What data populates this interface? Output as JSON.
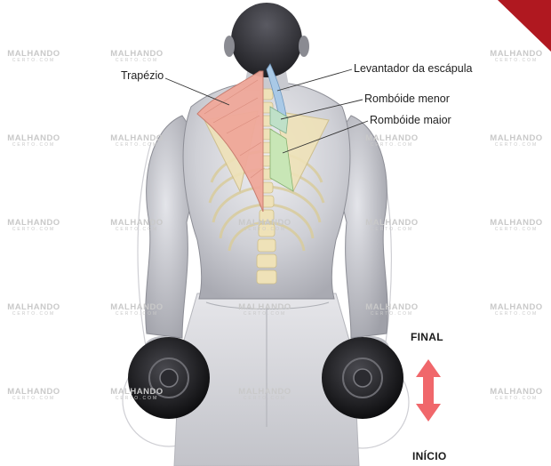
{
  "labels": {
    "trapezio": "Trapézio",
    "levantador": "Levantador da escápula",
    "romboide_menor": "Rombóide menor",
    "romboide_maior": "Rombóide maior"
  },
  "movement": {
    "final": "FINAL",
    "inicio": "INÍCIO",
    "arrow_color": "#f0676b"
  },
  "watermark": {
    "brand": "MALHANDO",
    "sub": "CERTO.COM"
  },
  "colors": {
    "trapezius": "#f0a89a",
    "levator": "#a9c9e6",
    "rhomboid_minor": "#bfe0c8",
    "rhomboid_major": "#c8e6b6",
    "skin": "#dcdde1",
    "bone": "#efe2b8",
    "corner_ribbon": "#b01820"
  }
}
